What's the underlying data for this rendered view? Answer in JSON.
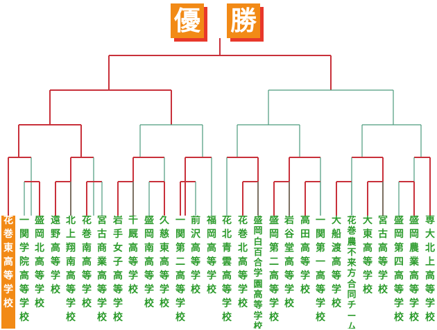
{
  "title": {
    "char1": "優",
    "char2": "勝"
  },
  "colors": {
    "winner_path": "#c8303a",
    "other_line": "#4a9a7c",
    "team_text": "#2c9b2c",
    "winner_bg": "#f28a16",
    "title_shadow": "#e8382b"
  },
  "teams": [
    {
      "name": "花巻東高等学校",
      "winner": true
    },
    {
      "name": "一関学院高等学校",
      "winner": false
    },
    {
      "name": "盛岡北高等学校",
      "winner": false
    },
    {
      "name": "遠野高等学校",
      "winner": false
    },
    {
      "name": "北上翔南高等学校",
      "winner": false
    },
    {
      "name": "花巻南高等学校",
      "winner": false
    },
    {
      "name": "宮古商業高等学校",
      "winner": false
    },
    {
      "name": "岩手女子高等学校",
      "winner": false
    },
    {
      "name": "千厩高等学校",
      "winner": false
    },
    {
      "name": "盛岡南高等学校",
      "winner": false
    },
    {
      "name": "久慈東高等学校",
      "winner": false
    },
    {
      "name": "一関第二高等学校",
      "winner": false
    },
    {
      "name": "前沢高等学校",
      "winner": false
    },
    {
      "name": "福岡高等学校",
      "winner": false
    },
    {
      "name": "花北青雲高等学校",
      "winner": false
    },
    {
      "name": "花巻北高等学校",
      "winner": false
    },
    {
      "name": "盛岡白百合学園高等学校",
      "winner": false
    },
    {
      "name": "盛岡第二高等学校",
      "winner": false
    },
    {
      "name": "岩谷堂高等学校",
      "winner": false
    },
    {
      "name": "高田高等学校",
      "winner": false
    },
    {
      "name": "一関第一高等学校",
      "winner": false
    },
    {
      "name": "大船渡高等学校",
      "winner": false
    },
    {
      "name": "花巻農不来方合同チーム",
      "winner": false
    },
    {
      "name": "大東高等学校",
      "winner": false
    },
    {
      "name": "宮古高等学校",
      "winner": false
    },
    {
      "name": "盛岡第四高等学校",
      "winner": false
    },
    {
      "name": "盛岡農業高等学校",
      "winner": false
    },
    {
      "name": "専大北上高等学校",
      "winner": false
    }
  ]
}
